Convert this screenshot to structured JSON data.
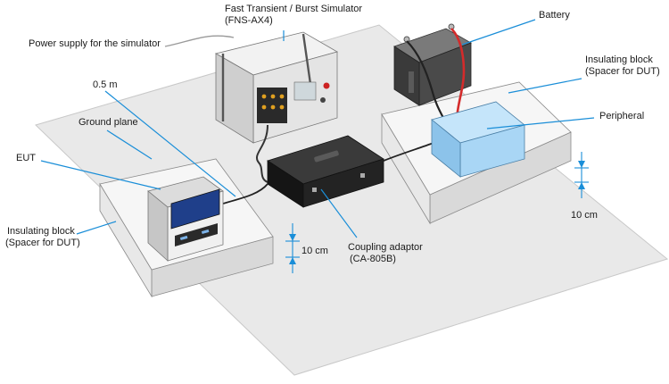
{
  "labels": {
    "simulator_title": "Fast Transient / Burst Simulator",
    "simulator_model": "(FNS-AX4)",
    "power_supply": "Power supply for the simulator",
    "battery": "Battery",
    "insulating_block_right_1": "Insulating block",
    "insulating_block_right_2": "(Spacer for DUT)",
    "peripheral": "Peripheral",
    "half_meter": "0.5 m",
    "ground_plane": "Ground plane",
    "eut": "EUT",
    "insulating_block_left_1": "Insulating block",
    "insulating_block_left_2": "(Spacer for DUT)",
    "ten_cm_left": "10 cm",
    "ten_cm_right": "10 cm",
    "coupling_adaptor": "Coupling adaptor",
    "coupling_model": "(CA-805B)"
  },
  "colors": {
    "ground_plane": "#e9e9e9",
    "leader": "#1a8ed8",
    "peripheral": "#a9d6f5",
    "battery": "#4a4a4a",
    "cable_red": "#d42b2b"
  }
}
